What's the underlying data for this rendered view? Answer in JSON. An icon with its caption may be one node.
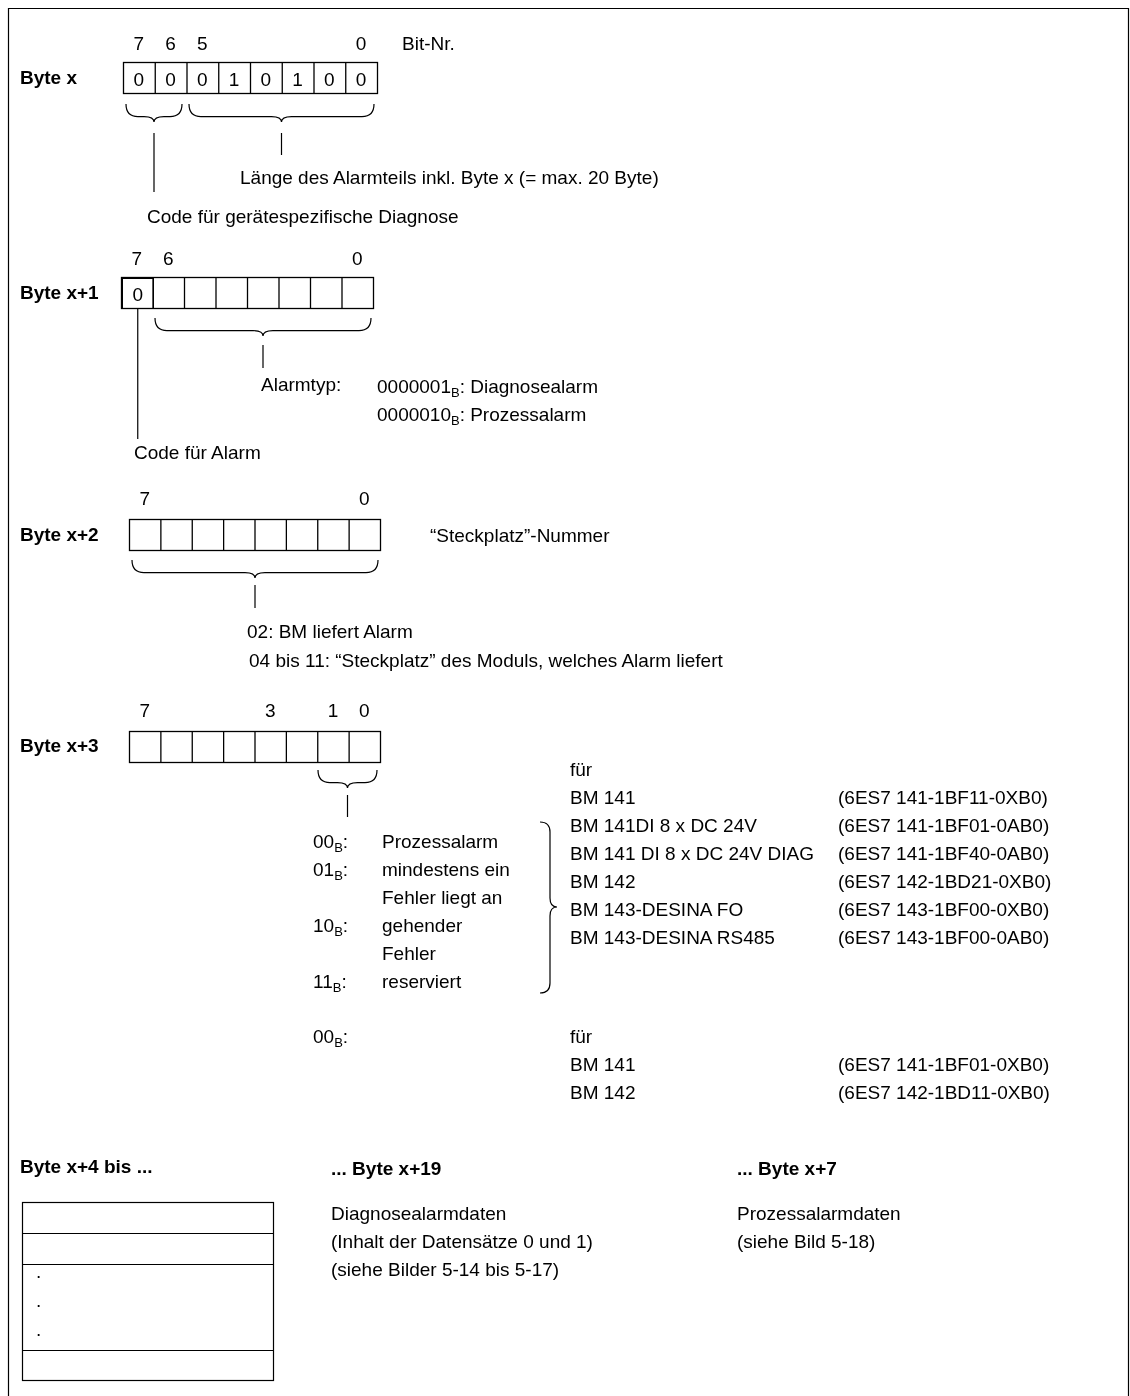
{
  "diagram": {
    "labels": [
      "7",
      "6",
      "5",
      "0",
      "Bit-Nr.",
      "Byte x",
      "0",
      "0",
      "0",
      "1",
      "0",
      "1",
      "0",
      "0",
      "Länge des Alarmteils inkl. Byte x (= max. 20 Byte)",
      "Code für gerätespezifische Diagnose",
      "7",
      "6",
      "0",
      "Byte x+1",
      "Alarmtyp:",
      "0000001$_{B}$: Diagnosealarm",
      "0000010$_{B}$: Prozessalarm",
      "7",
      "0",
      "Byte x+2",
      "“Steckplatz”-Nummer",
      "02: BM liefert Alarm",
      "04 bis 11: “Steckplatz” des Moduls, welches Alarm liefert",
      "7",
      "3",
      "1",
      "0",
      "Byte x+3",
      "für",
      "BM 141",
      "(6ES7 141-1BF11-0XB0)",
      "00$_{B}$:",
      "Prozessalarm",
      "BM 141DI 8 x DC 24V",
      "(6ES7 141-1BF01-0AB0)",
      "01$_{B}$:",
      "mindestens ein Fehler liegt an",
      "BM 141 DI 8 x DC 24V DIAG",
      "(6ES7 141-1BF40-0AB0)",
      "10$_{B}$:",
      "gehender Fehler",
      "BM 142",
      "(6ES7 142-1BD21-0XB0)",
      "11$_{B}$:",
      "reserviert",
      "BM 143-DESINA FO",
      "(6ES7 143-1BF00-0XB0)",
      "BM 143-DESINA RS485",
      "(6ES7 143-1BF00-0AB0)",
      "00$_{B}$:",
      "für",
      "BM 141",
      "(6ES7 141-1BF01-0XB0)",
      "BM 142",
      "(6ES7 142-1BD11-0XB0)",
      "Byte x+4 bis ...",
      "... Byte x+19",
      "... Byte x+7",
      "Diagnosealarmdaten",
      "Prozessalarmdaten",
      "(Inhalt der Datensätze 0 und 1)",
      "(siehe Bild 5-18)",
      "(siehe Bilder 5-14 bis 5-17)",
      ".",
      ".",
      "."
    ],
    "nodes": [
      {
        "text": [
          "Code für Alarm"
        ]
      },
      {
        "text": [
          "0"
        ]
      }
    ],
    "edges": [
      {
        "from": 0,
        "to": 1,
        "arrow": "none"
      }
    ]
  }
}
